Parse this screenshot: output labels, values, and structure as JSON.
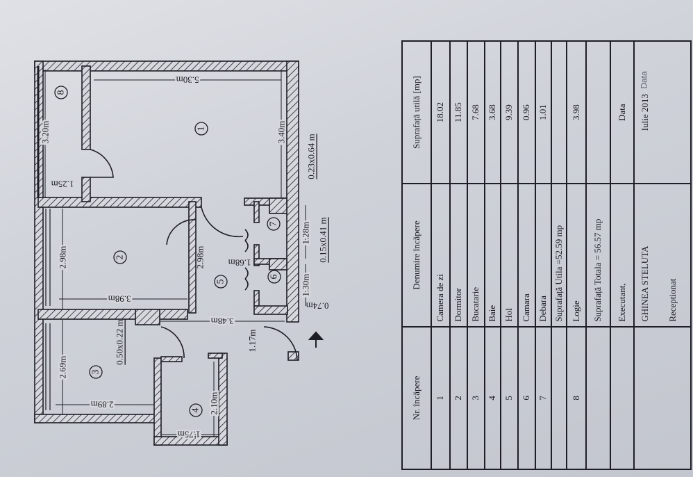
{
  "plan": {
    "rooms": [
      "1",
      "2",
      "3",
      "4",
      "5",
      "6",
      "7",
      "8"
    ],
    "dimensions": {
      "d530": "5.30m",
      "d320": "3.20m",
      "d125": "1.25m",
      "d340": "3.40m",
      "d023": "0.23x0.64 m",
      "d298a": "2.98m",
      "d398": "3.98m",
      "d298b": "2.98m",
      "d168": "1.68m",
      "d128": "1.28m",
      "d015": "0.15x0.41 m",
      "d130": "1.30m",
      "d074": "0.74m",
      "d348": "3.48m",
      "d117": "1.17m",
      "d050": "0.50x0.22 m",
      "d269": "2.69m",
      "d289": "2.89m",
      "d210": "2.10m",
      "d175": "1.75m"
    },
    "entrance_icon": "arrow-up-icon"
  },
  "table": {
    "headers": [
      "Nr. încăpere",
      "Denumire încăpere",
      "Suprafață utilă [mp]"
    ],
    "rows": [
      {
        "nr": "1",
        "name": "Camera de zi",
        "area": "18.02"
      },
      {
        "nr": "2",
        "name": "Dormitor",
        "area": "11.85"
      },
      {
        "nr": "3",
        "name": "Bucatarie",
        "area": "7.68"
      },
      {
        "nr": "4",
        "name": "Baie",
        "area": "3.68"
      },
      {
        "nr": "5",
        "name": "Hol",
        "area": "9.39"
      },
      {
        "nr": "6",
        "name": "Camara",
        "area": "0.96"
      },
      {
        "nr": "7",
        "name": "Debara",
        "area": "1.01"
      },
      {
        "nr": "",
        "name": "Suprafață Utila =52.59 mp",
        "area": ""
      },
      {
        "nr": "8",
        "name": "Logie",
        "area": "3.98"
      },
      {
        "nr": "",
        "name": "Suprafață Totala = 56.57 mp",
        "area": ""
      }
    ],
    "executant_label": "Executant,",
    "data_label": "Data",
    "executant_name": "GHINEA STELUTA",
    "receptionat_label": "Receptionat",
    "date_value": "Iulie 2013"
  },
  "stamp": {
    "date_label": "Data"
  }
}
